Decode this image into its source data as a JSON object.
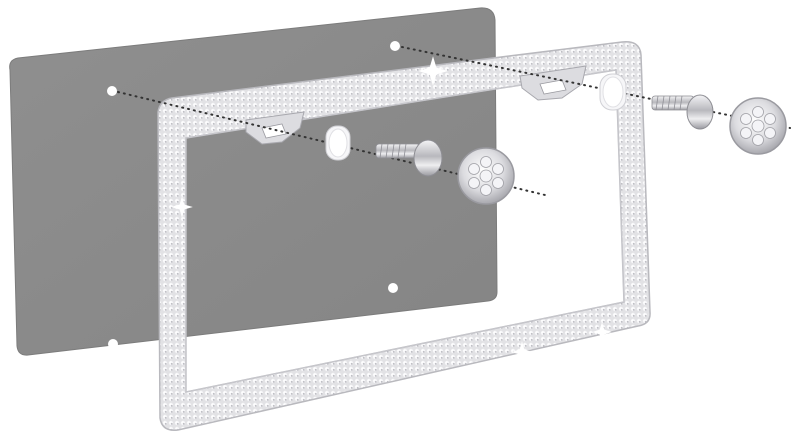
{
  "image": {
    "subject": "license-plate-frame-kit",
    "parts": [
      "backing-plate",
      "rhinestone-frame",
      "spacer-washer",
      "screw",
      "rhinestone-screw-cap"
    ],
    "colors": {
      "background": "#ffffff",
      "plate": "#8a8a8a",
      "plate_edge": "#7c7c7c",
      "frame": "#e4e4e6",
      "frame_shadow": "#b9b9be",
      "chrome": "#d8d8dc",
      "washer": "#f6f6f8",
      "guide_line": "#333333"
    }
  }
}
